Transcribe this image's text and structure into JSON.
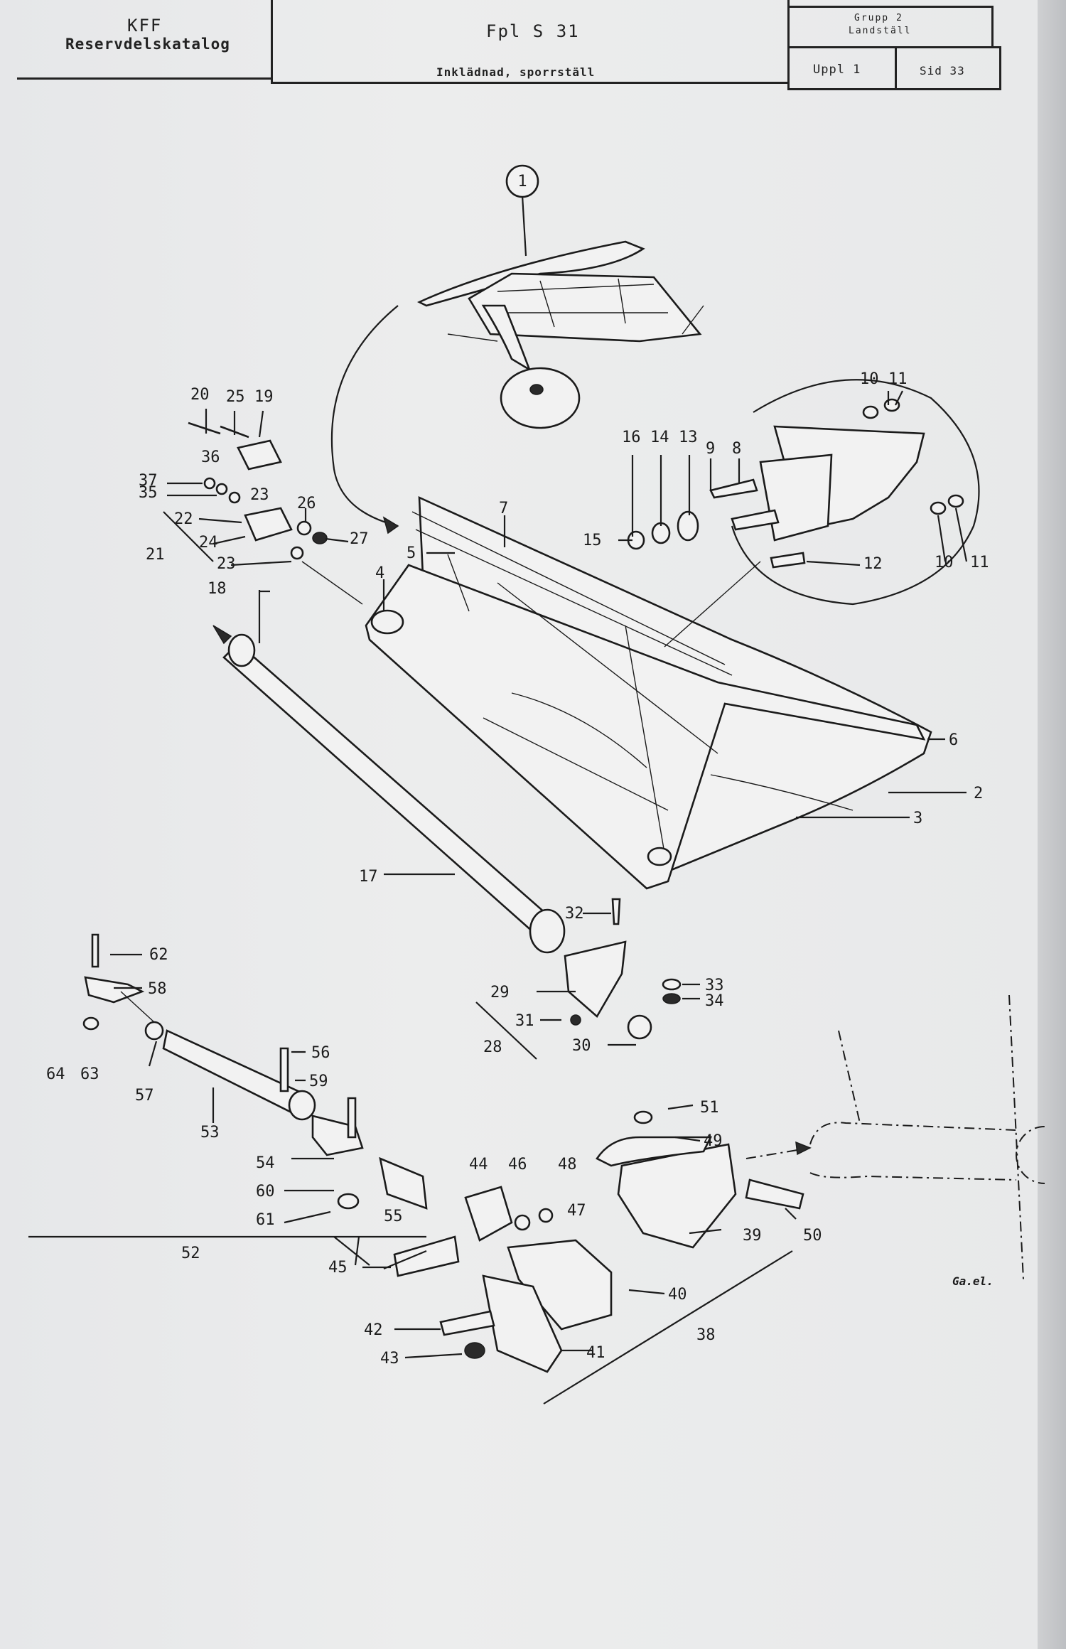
{
  "header": {
    "org": "KFF",
    "catalog": "Reservdelskatalog",
    "aircraft": "Fpl S 31",
    "description": "Inklädnad, sporrställ",
    "group_line1": "Grupp 2",
    "group_line2": "Landställ",
    "edition": "Uppl 1",
    "page": "Sid 33"
  },
  "diagram": {
    "signature": "Ga.el.",
    "callouts": [
      "1",
      "2",
      "3",
      "4",
      "5",
      "6",
      "7",
      "8",
      "9",
      "10",
      "11",
      "12",
      "13",
      "14",
      "15",
      "16",
      "17",
      "18",
      "19",
      "20",
      "21",
      "22",
      "23",
      "24",
      "25",
      "26",
      "27",
      "28",
      "29",
      "30",
      "31",
      "32",
      "33",
      "34",
      "35",
      "36",
      "37",
      "38",
      "39",
      "40",
      "41",
      "42",
      "43",
      "44",
      "45",
      "46",
      "47",
      "48",
      "49",
      "50",
      "51",
      "52",
      "53",
      "54",
      "55",
      "56",
      "57",
      "58",
      "59",
      "60",
      "61",
      "62",
      "63",
      "64"
    ]
  }
}
